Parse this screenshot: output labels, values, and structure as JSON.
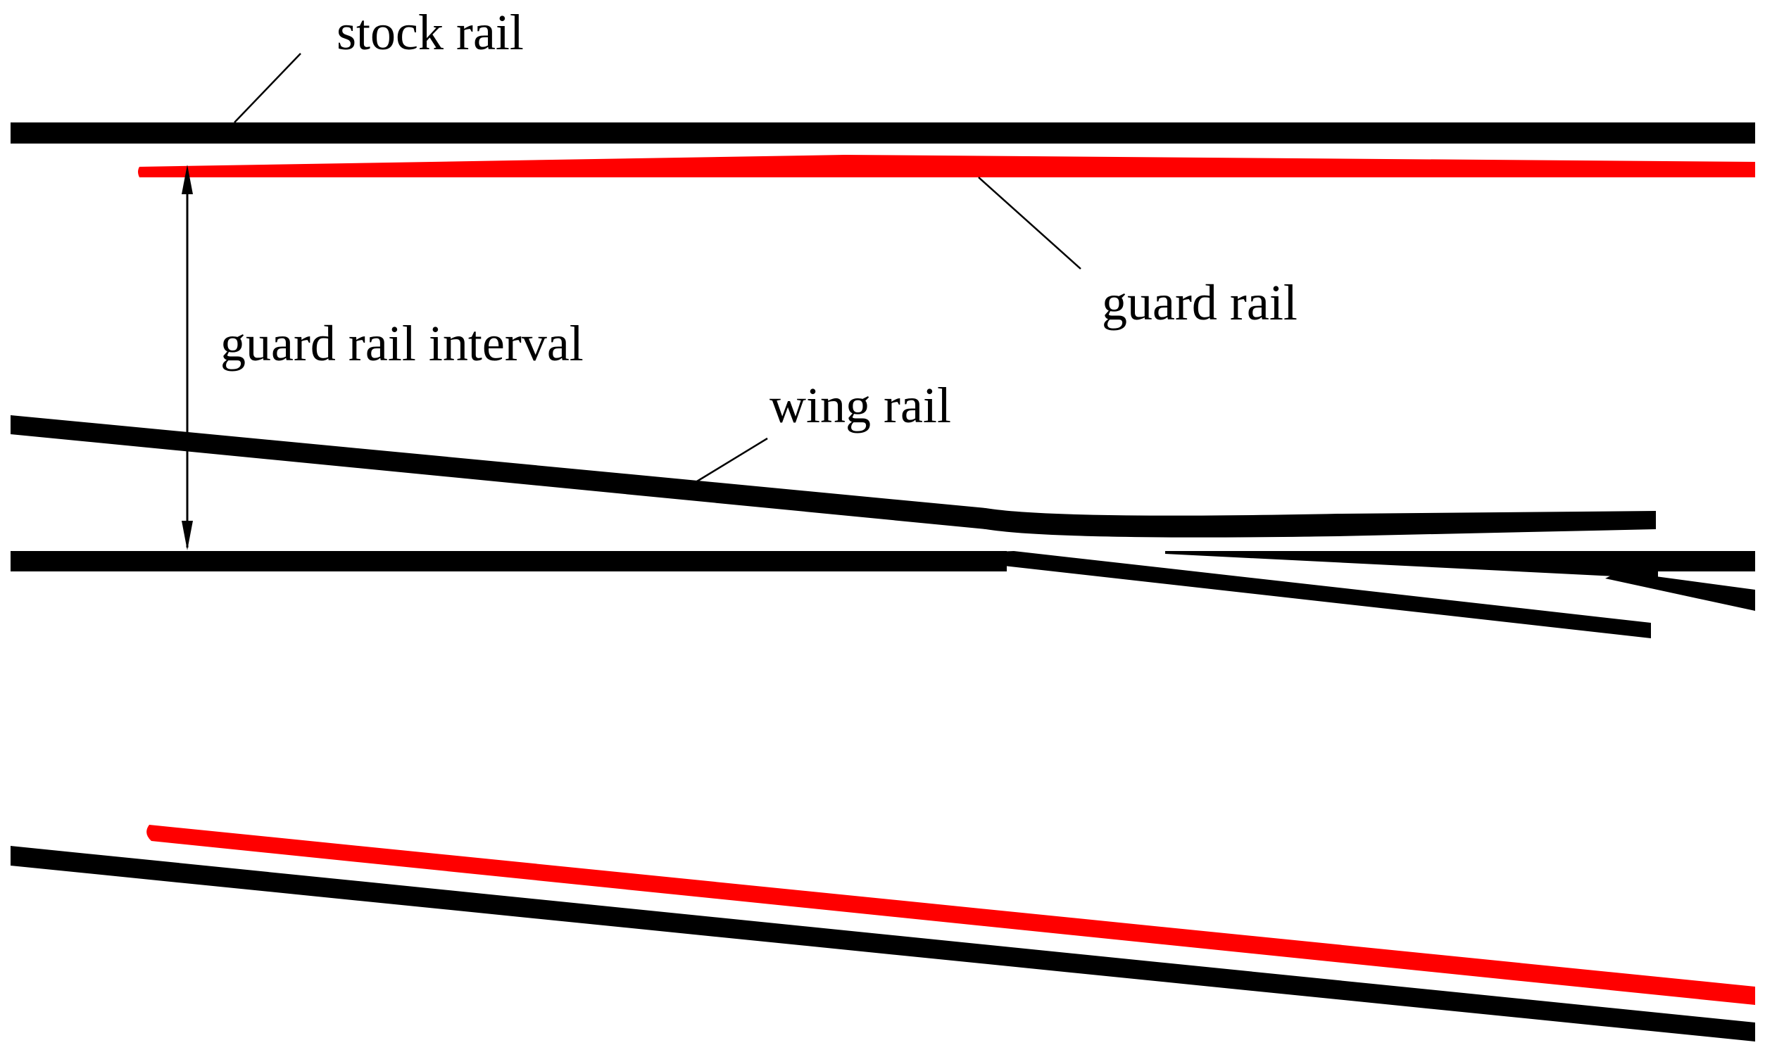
{
  "labels": {
    "stock_rail": "stock rail",
    "guard_rail": "guard rail",
    "guard_rail_interval": "guard rail interval",
    "wing_rail": "wing rail"
  },
  "colors": {
    "rail": "#000000",
    "guard_rail": "#ff0000",
    "background": "#ffffff"
  }
}
